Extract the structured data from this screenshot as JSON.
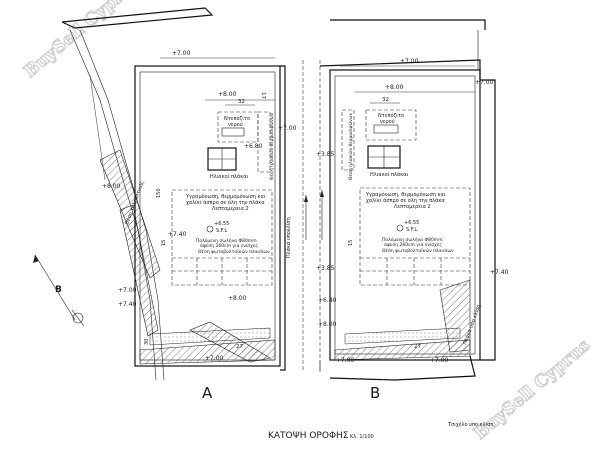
{
  "title": "ΚΑΤΟΨΗ ΟΡΟΦΗΣ",
  "scale": "Κλ. 1/100",
  "note_bottom_right": "Τσιχέλο υπο κλίση",
  "watermark": "BuySell Cyprus",
  "block_a": {
    "letter": "A",
    "heater_label_line1": "Ντεπόζιτο",
    "heater_label_line2": "νερού",
    "solar_label": "Ηλιακοί πλάκαι",
    "insulation_text": [
      "Υγραμόνωση, θερμομόνωση και",
      "χαλίκι άσπρο σε όλη την πλάκα",
      "Λεπτομέρεια 2"
    ],
    "level_text": "+6.55",
    "sfl_text": "S.F.L",
    "tank_text": [
      "Πολύμενη σωλήνα Φ80mm",
      "άφεση 260cm για ενίσχες",
      "Θέση φωτοβολταϊκών πλαισίων"
    ],
    "side_left_note": "Πλάκα υπο κλίση",
    "side_right_note": "Θέση ηλιακών θερμοσιφώνων",
    "right_side_note": "Πλάκα υποκλίση",
    "antenna_note": "Θέση τηλεοπτικής",
    "dims": {
      "top_width": "+7.00",
      "inner_top": "+8.00",
      "w32": "32",
      "h17": "17",
      "left_mid": "+8.00",
      "right_top": "+7.00",
      "right_mid": "+6.80",
      "left_inner": "+7.40",
      "left_lower1": "+7.00",
      "left_lower2": "+7.40",
      "right_lower": "+8.00",
      "right_lower2": "+8.00",
      "bottom": "+7.00",
      "bottom_dim": "27",
      "v150": "150",
      "v15": "15",
      "v30": "30"
    }
  },
  "block_b": {
    "letter": "B",
    "heater_label_line1": "Ντεπόζιτο",
    "heater_label_line2": "νερού",
    "solar_label": "Ηλιακοί πλάκαι",
    "insulation_text": [
      "Υγραμόνωση, θερμομόνωση και",
      "χαλίκι άσπρο σε όλη την πλάκα",
      "Λεπτομέρεια 2"
    ],
    "level_text": "+6.55",
    "sfl_text": "S.F.L",
    "tank_text": [
      "Πολύμενη σωλήνα Φ80mm",
      "άφεση 260cm για ενίσχες",
      "Θέση φωτοβολταϊκών πλαισίων"
    ],
    "side_right_note": "Πλάκα υπο κλίση",
    "side_left_note": "Θέση ηλιακών θερμοσιφώνων",
    "dims": {
      "top": "+7.00",
      "inner_top": "+8.00",
      "w32": "32",
      "right_top": "+7.00",
      "left_top": "+3.85",
      "left_mid": "+3.85",
      "left_lower": "+6.40",
      "left_lower2": "+8.00",
      "right_mid": "+7.40",
      "bottom_dim": "27",
      "bottom": "+7.00",
      "bottom2": "+7.00",
      "v15": "15"
    }
  },
  "orientation": {
    "label": "B"
  }
}
